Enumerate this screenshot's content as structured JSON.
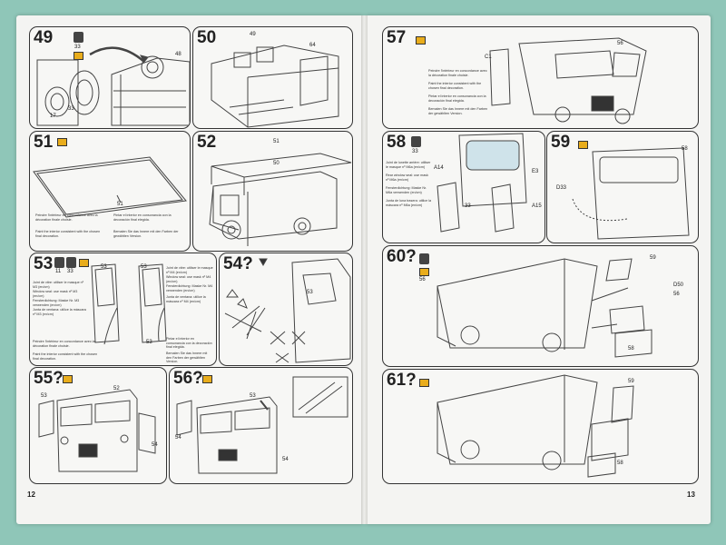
{
  "pages": {
    "left_number": "12",
    "right_number": "13"
  },
  "steps": {
    "s49": {
      "number": "49",
      "paint": "33",
      "part_a": "17",
      "part_b": "33",
      "part_c": "48"
    },
    "s50": {
      "number": "50",
      "part_a": "49",
      "part_b": "64"
    },
    "s51": {
      "number": "51",
      "part": "51",
      "instr_fr": "Peindre l'intérieur en concordance avec la décoration finale choisie.",
      "instr_en": "Paint the interior consistent with the chosen final decoration.",
      "instr_es": "Pintar el interior en consonancia con la decoración final elegida.",
      "instr_de": "Bemalen Sie das Innere mit den Farben der gewählten Version."
    },
    "s52": {
      "number": "52",
      "part_a": "51",
      "part_b": "50"
    },
    "s53": {
      "number": "53",
      "paint_a": "11",
      "paint_b": "33",
      "part_a": "53",
      "part_b": "53",
      "part_c": "53",
      "notes": [
        "Joint de vitre: utiliser le masque nº M3 (en/cm)",
        "Window seal: use mask nº M3 (en/cm)",
        "Fensterdichtung: Maske Nr. M3 verwenden (en/cm)",
        "Junta de ventana: utilice la máscara nº M3 (en/cm)"
      ],
      "instr_fr": "Peindre l'intérieur en concordance avec la décoration finale choisie.",
      "instr_en": "Paint the interior consistent with the chosen final decoration.",
      "notes_b": [
        "Joint de vitre: utiliser le masque nº M4 (en/cm)",
        "Window seal: use mask nº M4 (en/cm)",
        "Fensterdichtung: Maske Nr. M4 verwenden (en/cm)",
        "Junta de ventana: utilice la máscara nº M4 (en/cm)"
      ],
      "instr_es": "Pintar el interior en consonancia con la decoración final elegida.",
      "instr_de": "Bemalen Sie das Innere mit den Farben der gewählten Version."
    },
    "s54": {
      "number": "54?",
      "part": "53"
    },
    "s55": {
      "number": "55?",
      "part_a": "53",
      "part_b": "52",
      "part_c": "54"
    },
    "s56": {
      "number": "56?",
      "part_a": "53",
      "part_b": "54",
      "part_c": "54"
    },
    "s57": {
      "number": "57",
      "part_a": "C1",
      "part_b": "56",
      "instr_fr": "Peindre l'intérieur en concordance avec la décoration finale choisie.",
      "instr_en": "Paint the interior consistent with the chosen final decoration.",
      "instr_es": "Pintar el interior en consonancia con la decoración final elegida.",
      "instr_de": "Bemalen Sie das Innere mit den Farben der gewählten Version."
    },
    "s58": {
      "number": "58",
      "paint": "33",
      "part_a": "A14",
      "part_b": "E3",
      "part_c": "A15",
      "part_d": "33",
      "notes": [
        "Joint de lunette arrière: utiliser le masque nº M6a (en/cm)",
        "Rear window seal: use mask nº M6a (en/cm)",
        "Fensterdichtung: Maske Nr. M6a verwenden (en/cm)",
        "Junta de luna trasera: utilice la máscara nº M6a (en/cm)"
      ]
    },
    "s59": {
      "number": "59",
      "part_a": "58",
      "part_b": "D33"
    },
    "s60": {
      "number": "60?",
      "paint": "56",
      "part_a": "59",
      "part_b": "D50",
      "part_c": "56",
      "part_d": "58"
    },
    "s61": {
      "number": "61?",
      "part_a": "59",
      "part_b": "58"
    }
  }
}
